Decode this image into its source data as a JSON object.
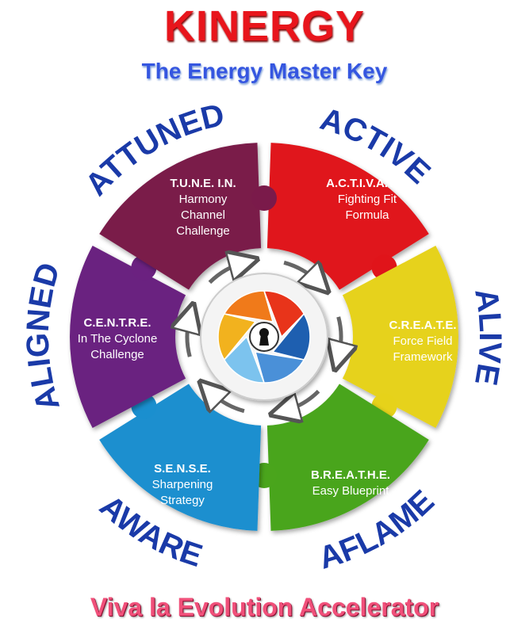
{
  "title": "KINERGY",
  "subtitle": "The Energy Master Key",
  "footer": "Viva la Evolution Accelerator",
  "segments": [
    {
      "outer_label": "ACTIVE",
      "title": "A.C.T.I.V.A.T.E.",
      "lines": [
        "Fighting Fit",
        "Formula"
      ],
      "color": "#e0141a"
    },
    {
      "outer_label": "ALIVE",
      "title": "C.R.E.A.T.E.",
      "lines": [
        "Force Field",
        "Framework"
      ],
      "color": "#e6d21a"
    },
    {
      "outer_label": "AFLAME",
      "title": "B.R.E.A.T.H.E.",
      "lines": [
        "Easy Blueprint"
      ],
      "color": "#4aa51c"
    },
    {
      "outer_label": "AWARE",
      "title": "S.E.N.S.E.",
      "lines": [
        "Sharpening",
        "Strategy"
      ],
      "color": "#1a8fcf"
    },
    {
      "outer_label": "ALIGNED",
      "title": "C.E.N.T.R.E.",
      "lines": [
        "In The Cyclone",
        "Challenge"
      ],
      "color": "#6b2180"
    },
    {
      "outer_label": "ATTUNED",
      "title": "T.U.N.E. I.N.",
      "lines": [
        "Harmony",
        "Channel",
        "Challenge"
      ],
      "color": "#7a1a4a"
    }
  ],
  "center_icon": "keyhole-aperture-icon"
}
